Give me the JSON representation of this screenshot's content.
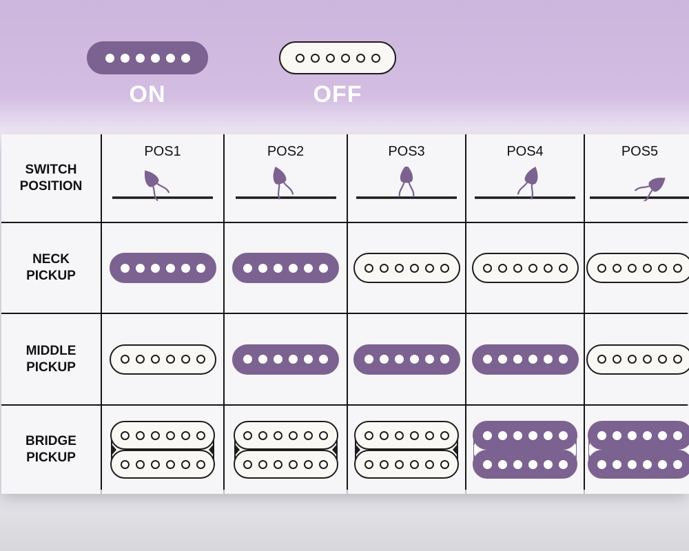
{
  "legend": {
    "on_label": "ON",
    "off_label": "OFF"
  },
  "colors": {
    "on_fill": "#7c6290",
    "off_fill": "#faf8f4",
    "outline": "#1c1c1c",
    "header_band": "#cdb6dd"
  },
  "table": {
    "header_label": [
      "SWITCH",
      "POSITION"
    ],
    "positions": [
      "POS1",
      "POS2",
      "POS3",
      "POS4",
      "POS5"
    ],
    "switch_angles_deg": [
      -35,
      -20,
      0,
      20,
      55
    ],
    "rows": [
      {
        "label": [
          "NECK",
          "PICKUP"
        ],
        "type": "single",
        "states": [
          "on",
          "on",
          "off",
          "off",
          "off"
        ]
      },
      {
        "label": [
          "MIDDLE",
          "PICKUP"
        ],
        "type": "single",
        "states": [
          "off",
          "on",
          "on",
          "on",
          "off"
        ]
      },
      {
        "label": [
          "BRIDGE",
          "PICKUP"
        ],
        "type": "humbucker",
        "states": [
          "off",
          "off",
          "off",
          "on",
          "on"
        ]
      }
    ]
  }
}
